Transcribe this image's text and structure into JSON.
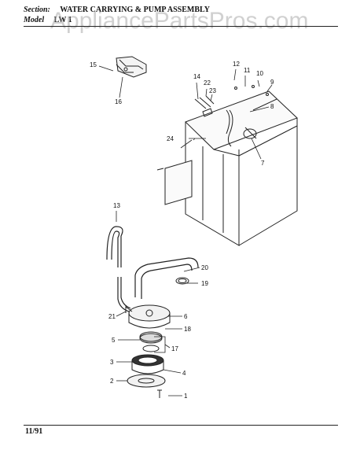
{
  "header": {
    "section_label": "Section:",
    "section_title": "WATER CARRYING & PUMP ASSEMBLY",
    "model_label": "Model",
    "model_value": "LW 1"
  },
  "watermark": "AppliancePartsPros.com",
  "footer": {
    "date": "11/91"
  },
  "callouts": [
    "1",
    "2",
    "3",
    "4",
    "5",
    "6",
    "7",
    "8",
    "9",
    "10",
    "11",
    "12",
    "13",
    "14",
    "15",
    "16",
    "17",
    "18",
    "19",
    "20",
    "21",
    "22",
    "23",
    "24"
  ]
}
